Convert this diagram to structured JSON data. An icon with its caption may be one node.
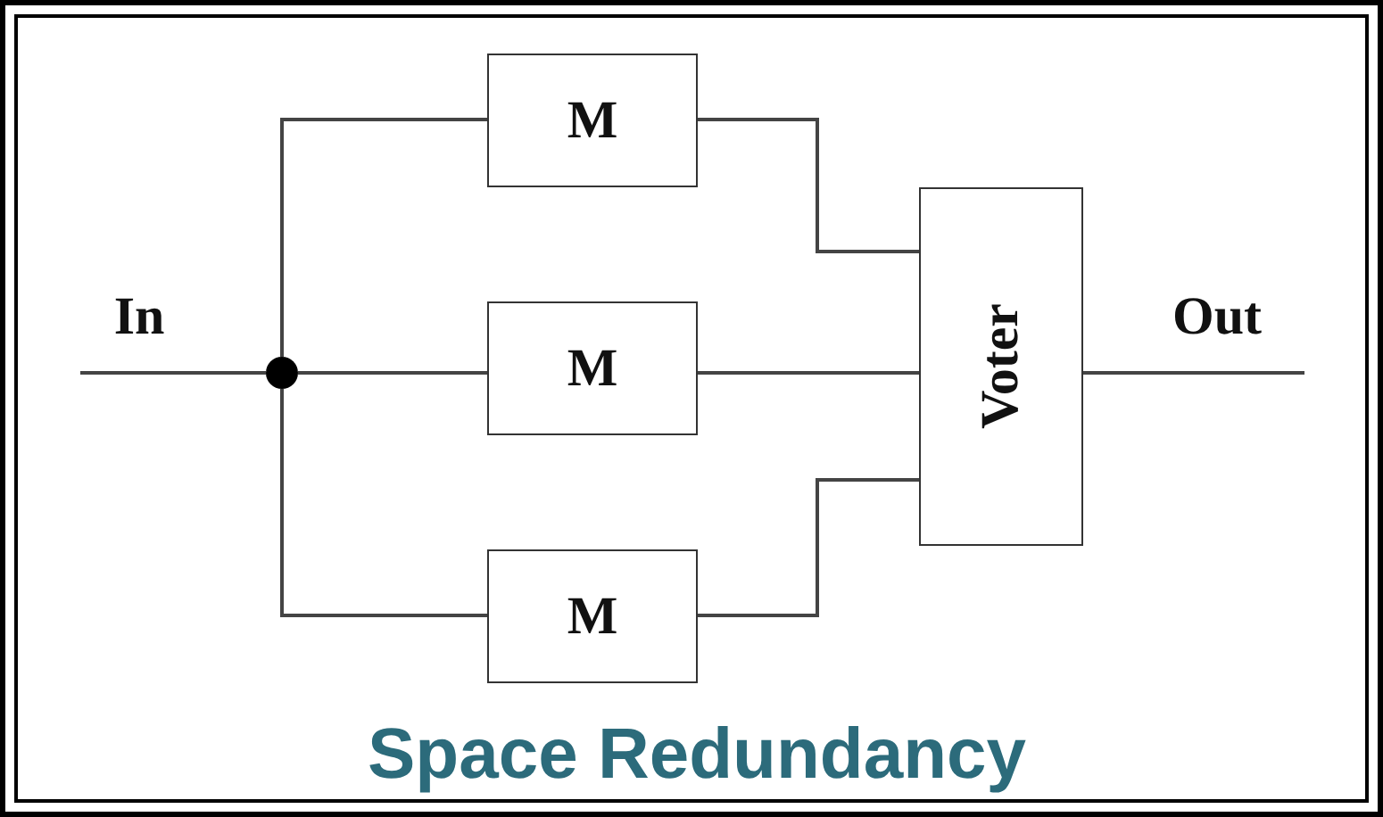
{
  "diagram": {
    "title": "Space Redundancy",
    "nodes": [
      {
        "text": [],
        "shape": "circle"
      },
      {
        "text": [
          "M"
        ]
      },
      {
        "text": [
          "M"
        ]
      },
      {
        "text": [
          "M"
        ]
      },
      {
        "text": [
          "Voter"
        ]
      }
    ],
    "edges": [
      {
        "from": null,
        "to": 0,
        "arrow": "none",
        "label": "In"
      },
      {
        "from": 0,
        "to": 1,
        "arrow": "none"
      },
      {
        "from": 0,
        "to": 2,
        "arrow": "none"
      },
      {
        "from": 0,
        "to": 3,
        "arrow": "none"
      },
      {
        "from": 1,
        "to": 4,
        "arrow": "none"
      },
      {
        "from": 2,
        "to": 4,
        "arrow": "none"
      },
      {
        "from": 3,
        "to": 4,
        "arrow": "none"
      },
      {
        "from": 4,
        "to": null,
        "arrow": "none",
        "label": "Out"
      }
    ]
  }
}
